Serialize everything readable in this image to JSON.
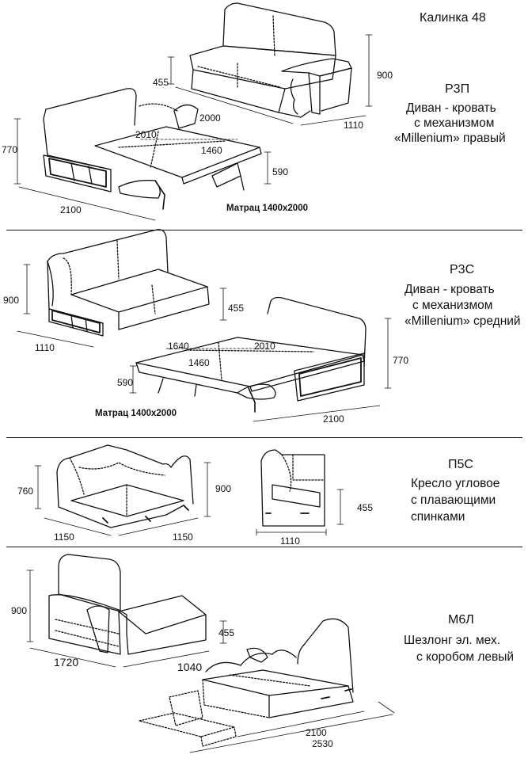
{
  "title": "Калинка 48",
  "sections": [
    {
      "code": "Р3П",
      "description": [
        "Диван - кровать",
        "с механизмом",
        "«Millenium» правый"
      ],
      "mattress": "Матрац 1400x2000",
      "dims": [
        "455",
        "900",
        "2000",
        "1110",
        "2010",
        "1460",
        "770",
        "590",
        "2100"
      ]
    },
    {
      "code": "Р3С",
      "description": [
        "Диван - кровать",
        "с механизмом",
        "«Millenium» средний"
      ],
      "mattress": "Матрац 1400x2000",
      "dims": [
        "900",
        "455",
        "1110",
        "1640",
        "2010",
        "1460",
        "590",
        "770",
        "2100"
      ]
    },
    {
      "code": "П5С",
      "description": [
        "Кресло угловое",
        "с плавающими",
        "спинками"
      ],
      "dims": [
        "760",
        "900",
        "1150",
        "1150",
        "455",
        "1110"
      ]
    },
    {
      "code": "М6Л",
      "description": [
        "Шезлонг эл. мех.",
        "с коробом левый"
      ],
      "dims": [
        "900",
        "455",
        "1720",
        "1040",
        "2100",
        "2530"
      ]
    }
  ],
  "colors": {
    "line": "#111111",
    "background": "#ffffff"
  }
}
